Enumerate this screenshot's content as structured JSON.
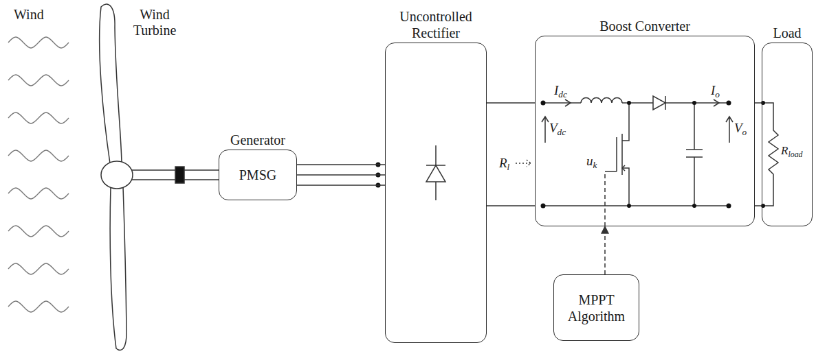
{
  "diagram": {
    "nodes": [
      {
        "text": [
          "Generator",
          "PMSG"
        ]
      },
      {
        "text": [
          "Uncontrolled Rectifier"
        ]
      },
      {
        "text": [
          "Boost Converter"
        ]
      },
      {
        "text": [
          "Load"
        ]
      },
      {
        "text": [
          "MPPT Algorithm"
        ]
      }
    ],
    "edges": [
      {
        "from": 0,
        "to": 1,
        "arrow": "none"
      },
      {
        "from": 1,
        "to": 2,
        "arrow": "none"
      },
      {
        "from": 2,
        "to": 3,
        "arrow": "none"
      },
      {
        "from": 4,
        "to": 2,
        "arrow": "to"
      }
    ],
    "labels": [
      "Wind",
      "Wind Turbine",
      "Idc",
      "Vdc",
      "uk",
      "Io",
      "Vo",
      "Rl",
      "Rload"
    ]
  }
}
